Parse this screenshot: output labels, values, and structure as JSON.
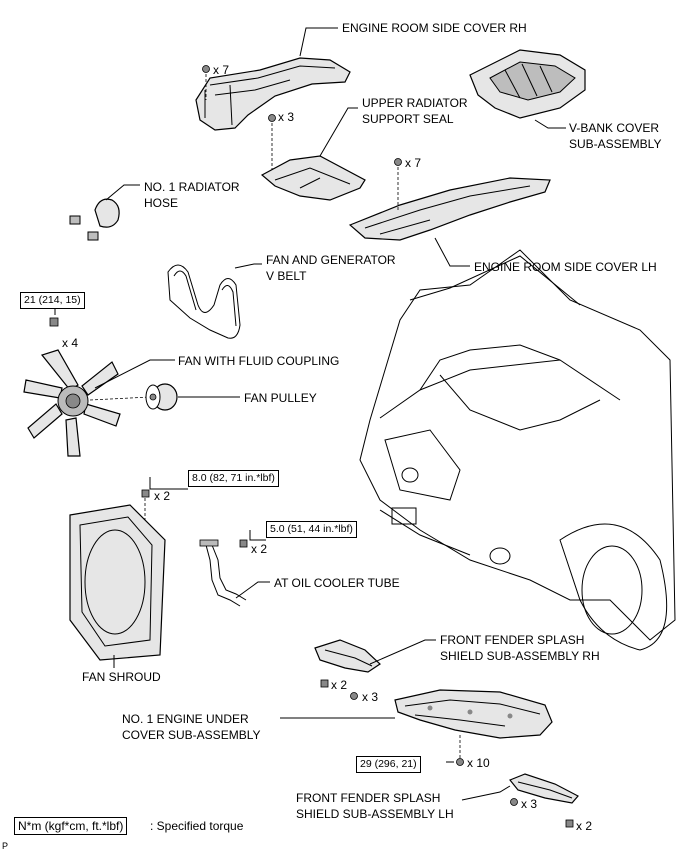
{
  "labels": {
    "engine_room_side_cover_rh": "ENGINE ROOM SIDE COVER RH",
    "upper_radiator_support_seal_1": "UPPER RADIATOR",
    "upper_radiator_support_seal_2": "SUPPORT SEAL",
    "v_bank_cover_1": "V-BANK COVER",
    "v_bank_cover_2": "SUB-ASSEMBLY",
    "radiator_hose_1": "NO. 1 RADIATOR",
    "radiator_hose_2": "HOSE",
    "engine_room_side_cover_lh": "ENGINE ROOM SIDE COVER LH",
    "fan_generator_belt_1": "FAN AND GENERATOR",
    "fan_generator_belt_2": "V BELT",
    "fan_fluid_coupling": "FAN WITH FLUID COUPLING",
    "fan_pulley": "FAN PULLEY",
    "at_oil_cooler_tube": "AT OIL COOLER TUBE",
    "fan_shroud": "FAN SHROUD",
    "splash_shield_rh_1": "FRONT FENDER SPLASH",
    "splash_shield_rh_2": "SHIELD SUB-ASSEMBLY RH",
    "engine_under_cover_1": "NO. 1 ENGINE UNDER",
    "engine_under_cover_2": "COVER SUB-ASSEMBLY",
    "splash_shield_lh_1": "FRONT FENDER SPLASH",
    "splash_shield_lh_2": "SHIELD SUB-ASSEMBLY LH"
  },
  "quantities": {
    "side_cover_rh_clips": "x 7",
    "support_seal_clips": "x 3",
    "side_cover_lh_clips": "x 7",
    "fan_nuts": "x 4",
    "shroud_bolts": "x 2",
    "cooler_tube_bolts": "x 2",
    "splash_rh_bolts": "x 2",
    "splash_rh_screws": "x 3",
    "under_cover_bolts": "x 10",
    "splash_lh_screws": "x 3",
    "splash_lh_bolts": "x 2"
  },
  "torques": {
    "fan_nut": "21 (214, 15)",
    "shroud_bolt": "8.0 (82, 71 in.*lbf)",
    "cooler_tube_bolt": "5.0 (51, 44 in.*lbf)",
    "under_cover_bolt": "29 (296, 21)"
  },
  "legend": {
    "unit_box": "N*m (kgf*cm, ft.*lbf)",
    "unit_text": ": Specified torque"
  },
  "footer_mark": "P"
}
